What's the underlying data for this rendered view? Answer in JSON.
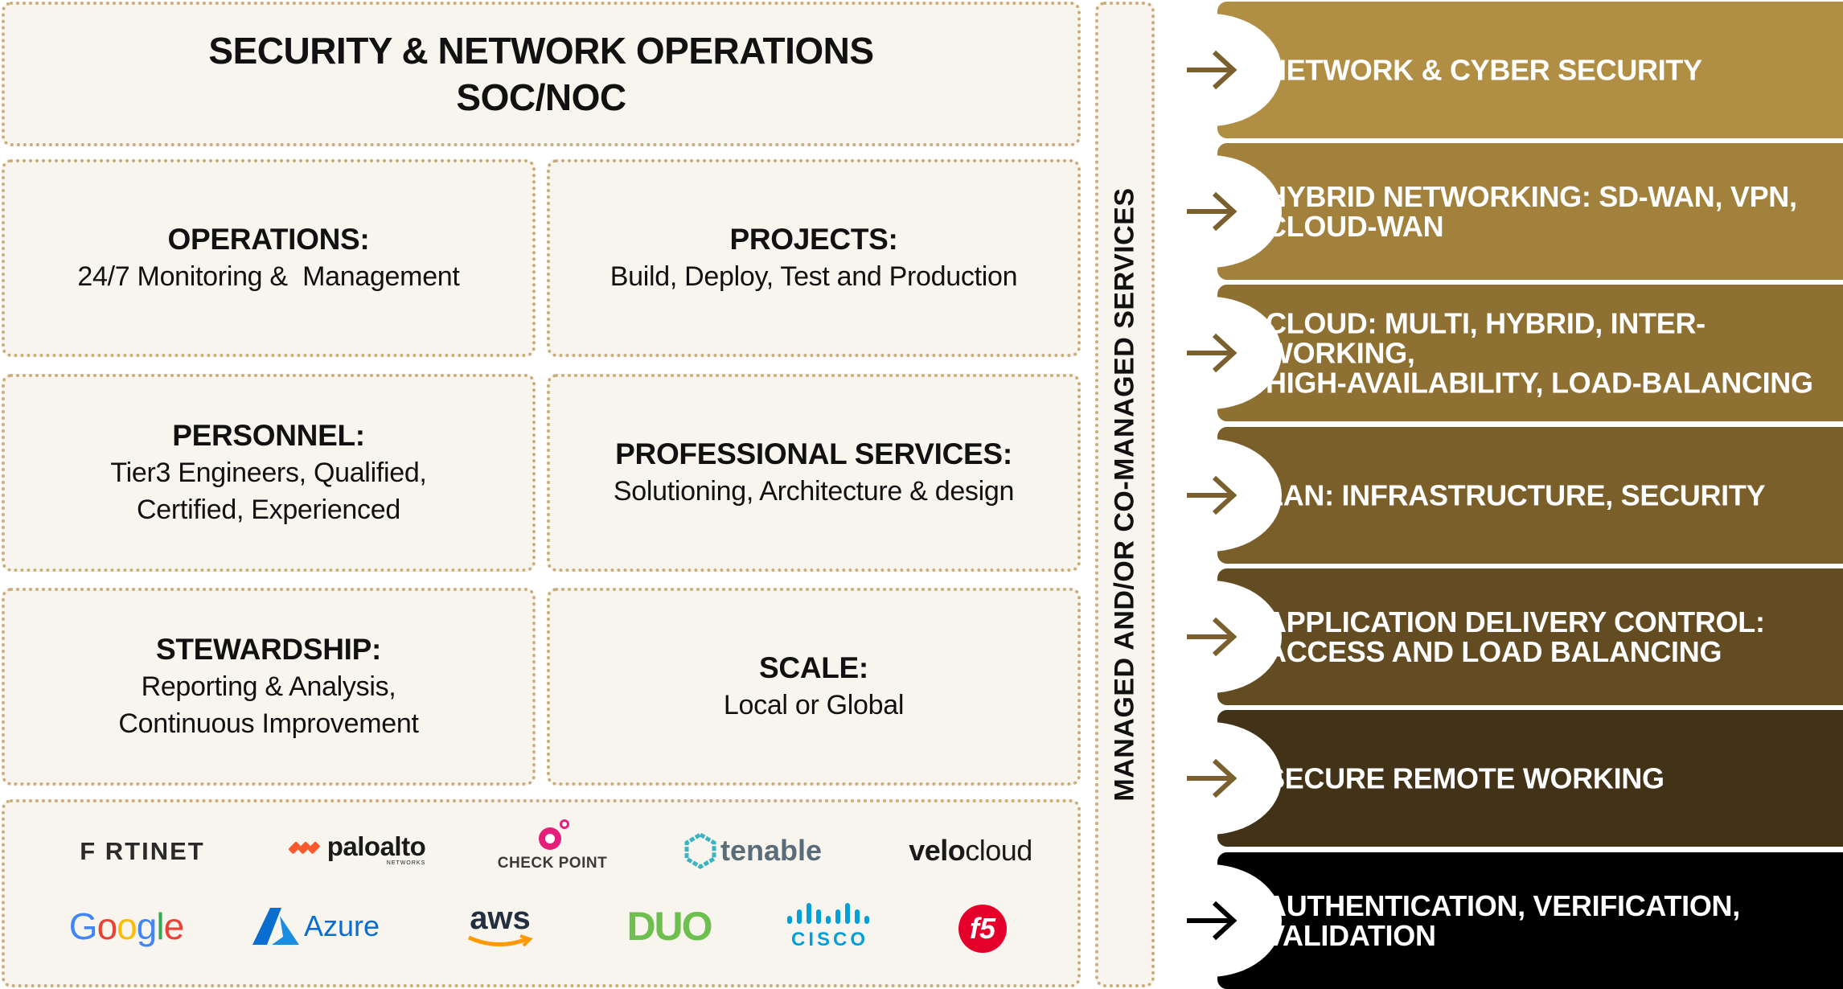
{
  "header": {
    "title_line1": "SECURITY & NETWORK OPERATIONS",
    "title_line2": "SOC/NOC"
  },
  "cards": {
    "operations": {
      "title": "OPERATIONS:",
      "line1": "24/7 Monitoring &  Management"
    },
    "projects": {
      "title": "PROJECTS:",
      "line1": "Build, Deploy, Test and Production"
    },
    "personnel": {
      "title": "PERSONNEL:",
      "line1": "Tier3 Engineers, Qualified,",
      "line2": "Certified, Experienced"
    },
    "professional": {
      "title": "PROFESSIONAL SERVICES:",
      "line1": "Solutioning, Architecture & design"
    },
    "stewardship": {
      "title": "STEWARDSHIP:",
      "line1": "Reporting & Analysis,",
      "line2": "Continuous Improvement"
    },
    "scale": {
      "title": "SCALE:",
      "line1": "Local or Global"
    }
  },
  "logos": {
    "fortinet": "F RTINET",
    "paloalto": "paloalto",
    "paloalto_sub": "NETWORKS",
    "checkpoint": "CHECK POINT",
    "tenable": "tenable",
    "velo": "velo",
    "cloud": "cloud",
    "google": [
      "G",
      "o",
      "o",
      "g",
      "l",
      "e"
    ],
    "azure": "Azure",
    "aws": "aws",
    "duo": "DUO",
    "cisco": "CISCO",
    "f5": "f5"
  },
  "side_label": "MANAGED AND/OR CO-MANAGED SERVICES",
  "services": [
    {
      "line1": "NETWORK & CYBER SECURITY",
      "line2": "",
      "color": "#b08f45"
    },
    {
      "line1": "HYBRID NETWORKING: SD-WAN, VPN,",
      "line2": "CLOUD-WAN",
      "color": "#a1813c"
    },
    {
      "line1": "CLOUD: MULTI, HYBRID, INTER-WORKING,",
      "line2": "HIGH-AVAILABILITY, LOAD-BALANCING",
      "color": "#8e7033"
    },
    {
      "line1": "LAN: INFRASTRUCTURE, SECURITY",
      "line2": "",
      "color": "#7b5f2b"
    },
    {
      "line1": "APPLICATION DELIVERY CONTROL:",
      "line2": "ACCESS AND LOAD BALANCING",
      "color": "#634c22"
    },
    {
      "line1": "SECURE REMOTE WORKING",
      "line2": "",
      "color": "#423318"
    },
    {
      "line1": "AUTHENTICATION, VERIFICATION,",
      "line2": "VALIDATION",
      "color": "#000000"
    }
  ],
  "arrow_color": "#7a5f2f",
  "colors": {
    "box_fill": "#f7f5ee",
    "dotted_border": "#c9ad7d"
  }
}
